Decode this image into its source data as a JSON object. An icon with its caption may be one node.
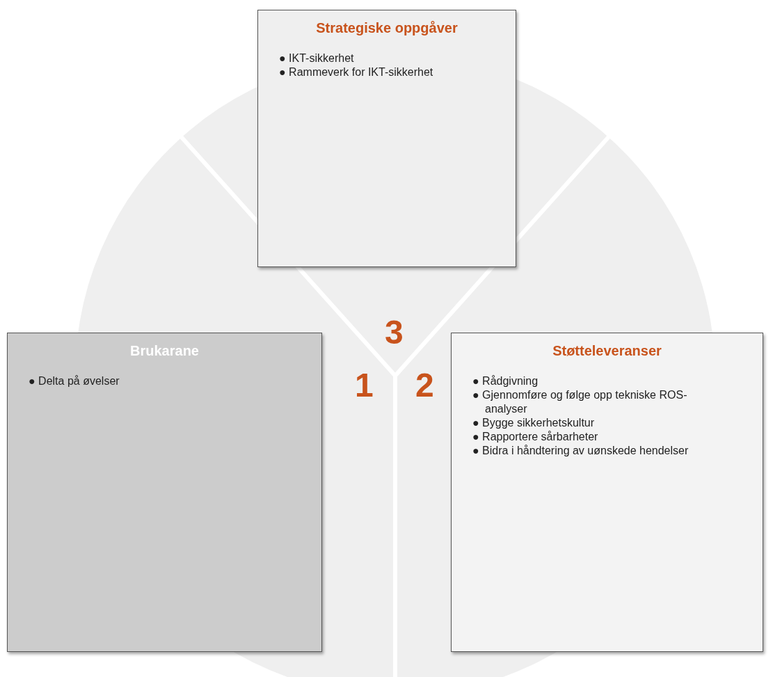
{
  "diagram": {
    "nodes": [
      {
        "text": [
          "Strategiske oppgåver",
          "● IKT-sikkerhet",
          "● Rammeverk for IKT-sikkerhet"
        ]
      },
      {
        "text": [
          "Brukarane",
          "● Delta på øvelser"
        ]
      },
      {
        "text": [
          "Støtteleveranser",
          "● Rådgivning",
          "● Gjennomføre og følge opp tekniske ROS-analyser",
          "● Bygge sikkerhetskultur",
          "● Rapportere sårbarheter",
          "● Bidra i håndtering av uønskede hendelser"
        ]
      }
    ],
    "edges": [],
    "labels": [
      "3",
      "1",
      "2"
    ]
  }
}
